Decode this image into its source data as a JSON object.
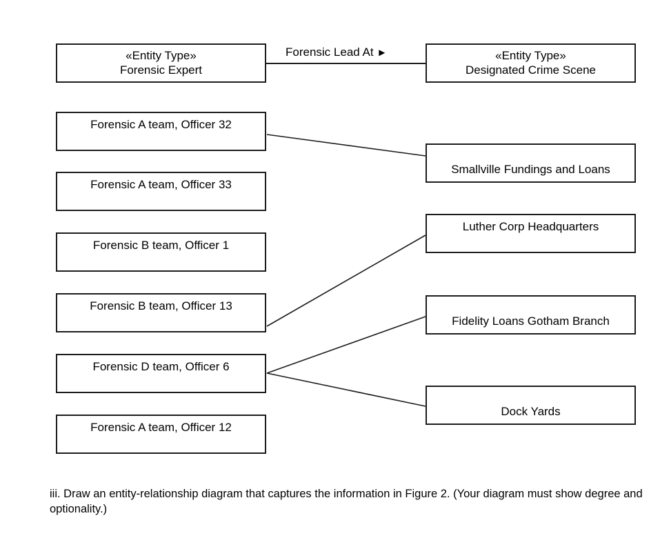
{
  "figure": {
    "entity_type_stereotype": "«Entity Type»",
    "entities": [
      {
        "name": "forensic-expert",
        "stereotype": "«Entity Type»",
        "label": "Forensic Expert"
      },
      {
        "name": "designated-crime-scene",
        "stereotype": "«Entity Type»",
        "label": "Designated Crime Scene"
      }
    ],
    "relationship": {
      "label": "Forensic Lead At",
      "arrow_glyph": "►",
      "direction": "right"
    },
    "left_instances": [
      {
        "label": "Forensic A team, Officer 32"
      },
      {
        "label": "Forensic A team, Officer 33"
      },
      {
        "label": "Forensic B team, Officer 1"
      },
      {
        "label": "Forensic B team, Officer 13"
      },
      {
        "label": "Forensic D team, Officer 6"
      },
      {
        "label": "Forensic A team, Officer 12"
      }
    ],
    "right_instances": [
      {
        "label": "Smallville Fundings and Loans"
      },
      {
        "label": "Luther Corp Headquarters"
      },
      {
        "label": "Fidelity Loans Gotham Branch"
      },
      {
        "label": "Dock Yards"
      }
    ],
    "links": [
      {
        "from": "Forensic A team, Officer 32",
        "to": "Smallville Fundings and Loans"
      },
      {
        "from": "Forensic B team, Officer 13",
        "to": "Luther Corp Headquarters"
      },
      {
        "from": "Forensic D team, Officer 6",
        "to": "Fidelity Loans Gotham Branch"
      },
      {
        "from": "Forensic D team, Officer 6",
        "to": "Dock Yards"
      }
    ]
  },
  "caption": {
    "text": "iii. Draw an entity-relationship diagram that captures the information in Figure 2. (Your diagram must show degree and optionality.)"
  },
  "colors": {
    "stroke": "#1c1c1c",
    "background": "#ffffff",
    "text": "#000000"
  }
}
